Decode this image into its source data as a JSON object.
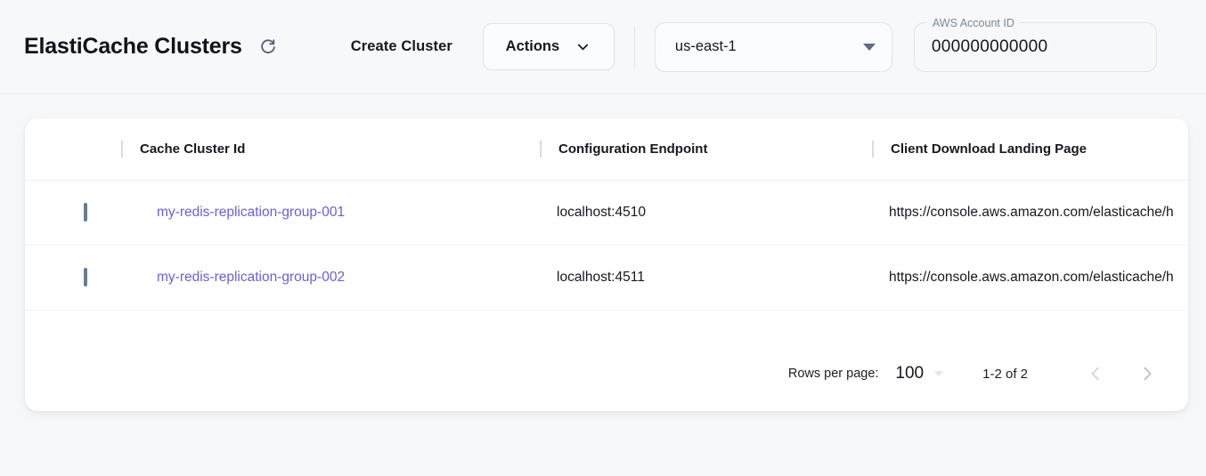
{
  "header": {
    "title": "ElastiCache Clusters",
    "refresh_icon": "refresh-icon",
    "create_cluster_label": "Create Cluster",
    "actions_label": "Actions",
    "actions_chevron_icon": "chevron-down-icon",
    "region": {
      "value": "us-east-1",
      "dropdown_icon": "triangle-down-icon"
    },
    "account": {
      "label": "AWS Account ID",
      "value": "000000000000"
    }
  },
  "table": {
    "select_all_checkbox": "unchecked",
    "columns": [
      {
        "key": "check",
        "label": ""
      },
      {
        "key": "id",
        "label": "Cache Cluster Id"
      },
      {
        "key": "endpoint",
        "label": "Configuration Endpoint"
      },
      {
        "key": "landing",
        "label": "Client Download Landing Page"
      }
    ],
    "rows": [
      {
        "checkbox": "unchecked",
        "id": "my-redis-replication-group-001",
        "endpoint": "localhost:4510",
        "landing": "https://console.aws.amazon.com/elasticache/h"
      },
      {
        "checkbox": "unchecked",
        "id": "my-redis-replication-group-002",
        "endpoint": "localhost:4511",
        "landing": "https://console.aws.amazon.com/elasticache/h"
      }
    ]
  },
  "paginator": {
    "rows_per_page_label": "Rows per page:",
    "rows_per_page_value": "100",
    "rows_per_page_icon": "triangle-down-icon",
    "range_label": "1-2 of 2",
    "prev_icon": "chevron-left-icon",
    "next_icon": "chevron-right-icon"
  },
  "colors": {
    "link": "#6b5fd6",
    "page_bg": "#f7f8fa",
    "card_bg": "#ffffff",
    "checkbox_border": "#6b7b93"
  }
}
